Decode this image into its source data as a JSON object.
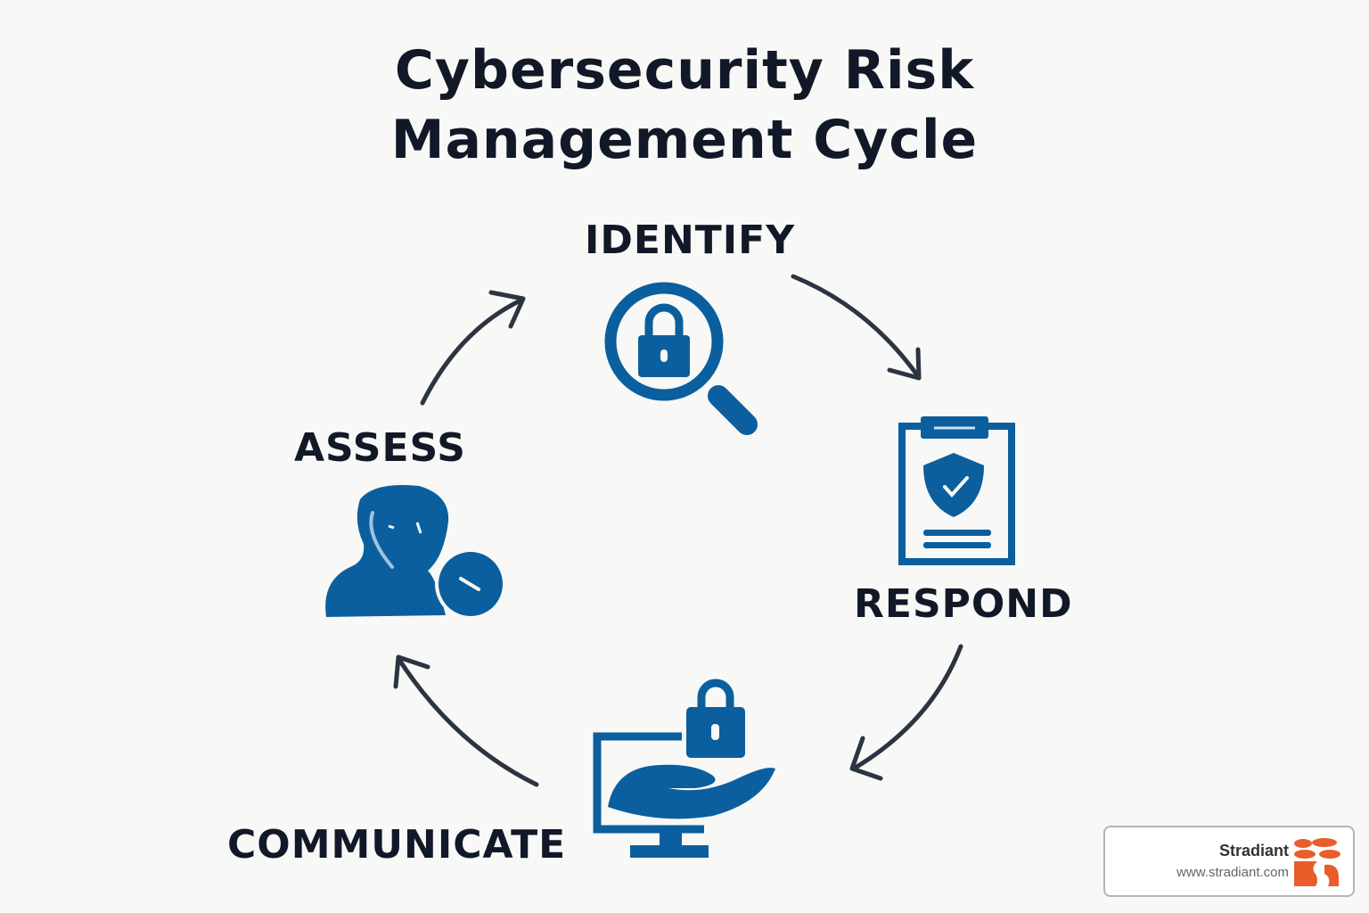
{
  "title": {
    "line1": "Cybersecurity Risk",
    "line2": "Management Cycle"
  },
  "stages": [
    {
      "label": "IDENTIFY",
      "icon": "magnifier-lock-icon"
    },
    {
      "label": "RESPOND",
      "icon": "clipboard-shield-icon"
    },
    {
      "label": "COMMUNICATE",
      "icon": "monitor-hand-lock-icon"
    },
    {
      "label": "ASSESS",
      "icon": "person-check-icon"
    }
  ],
  "colors": {
    "accent": "#0b5f9e",
    "arrow": "#2b3440",
    "text": "#111827",
    "logo": "#e85d2a"
  },
  "badge": {
    "brand": "Stradiant",
    "url": "www.stradiant.com"
  }
}
